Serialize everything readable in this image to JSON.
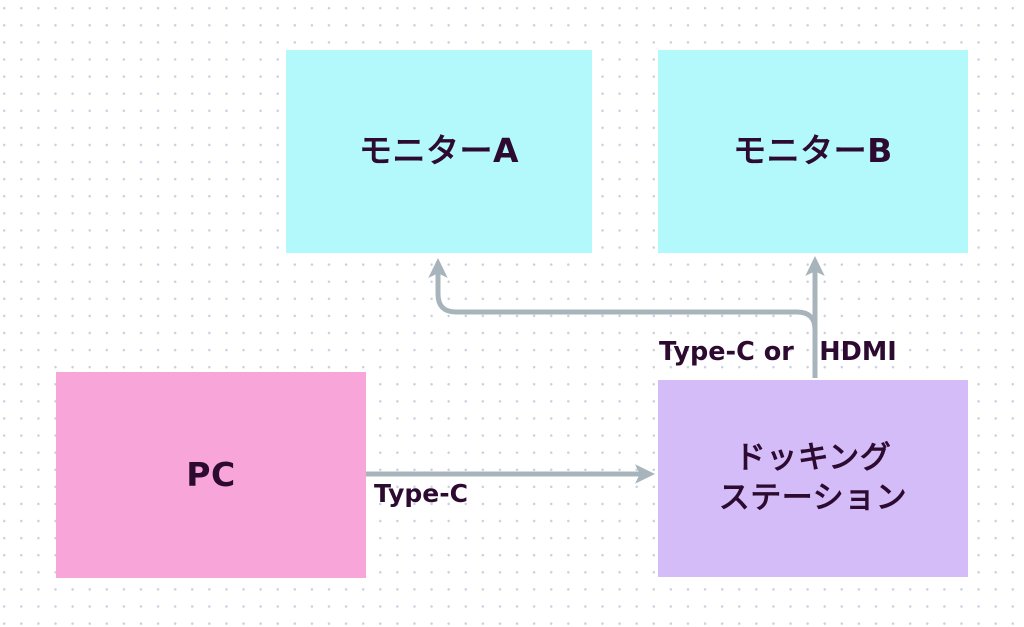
{
  "diagram": {
    "title": "PC to dual monitor docking station connection diagram",
    "background": {
      "color": "#ffffff",
      "dot_grid_color": "#c9cfe4"
    },
    "palette": {
      "monitor_fill": "#b3f8fb",
      "pc_fill": "#f8a6da",
      "dock_fill": "#d4bcf8",
      "text_color": "#2d0a30",
      "connector_color": "#a8b4bc"
    },
    "nodes": [
      {
        "id": "monitor-a",
        "label": "モニターA",
        "fill": "#b3f8fb"
      },
      {
        "id": "monitor-b",
        "label": "モニターB",
        "fill": "#b3f8fb"
      },
      {
        "id": "pc",
        "label": "PC",
        "fill": "#f8a6da"
      },
      {
        "id": "dock",
        "label_line1": "ドッキング",
        "label_line2": "ステーション",
        "fill": "#d4bcf8"
      }
    ],
    "edges": [
      {
        "id": "pc-to-dock",
        "from": "pc",
        "to": "dock",
        "label": "Type-C",
        "style": "straight-arrow-right"
      },
      {
        "id": "dock-to-monitor-a",
        "from": "dock",
        "to": "monitor-a",
        "label": "",
        "style": "elbow-arrow-up"
      },
      {
        "id": "dock-to-monitor-b",
        "from": "dock",
        "to": "monitor-b",
        "label": "Type-C or　HDMI",
        "style": "straight-arrow-up"
      }
    ]
  }
}
